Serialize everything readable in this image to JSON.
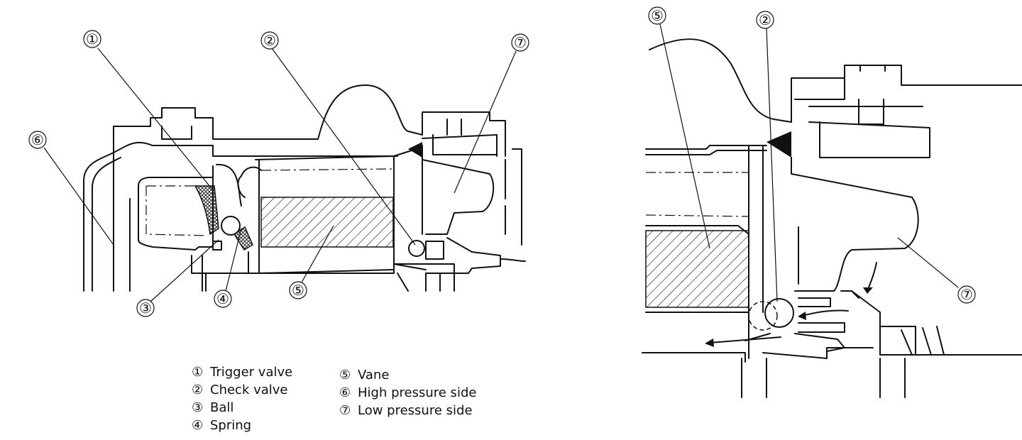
{
  "callouts": {
    "left": [
      "①",
      "②",
      "⑦",
      "⑥",
      "③",
      "④",
      "⑤"
    ],
    "right": [
      "⑤",
      "②",
      "⑦"
    ]
  },
  "legend": {
    "col1": [
      {
        "num": "①",
        "label": "Trigger valve"
      },
      {
        "num": "②",
        "label": "Check valve"
      },
      {
        "num": "③",
        "label": "Ball"
      },
      {
        "num": "④",
        "label": "Spring"
      }
    ],
    "col2": [
      {
        "num": "⑤",
        "label": "Vane"
      },
      {
        "num": "⑥",
        "label": "High pressure side"
      },
      {
        "num": "⑦",
        "label": "Low pressure side"
      }
    ]
  }
}
